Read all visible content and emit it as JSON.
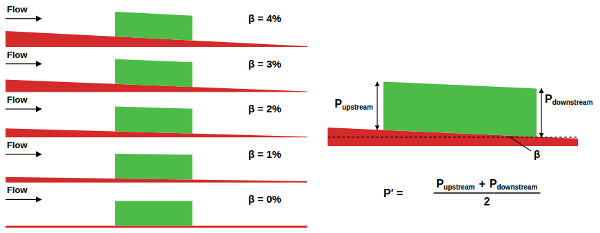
{
  "diagram": {
    "labels": [
      "Flow",
      "β = 4%",
      "Flow",
      "β = 3%",
      "Flow",
      "β = 2%",
      "Flow",
      "β = 1%",
      "Flow",
      "β = 0%",
      "P",
      "upstream",
      "P",
      "downstream",
      "β",
      "P′ =",
      "P",
      "upstream",
      "+",
      "P",
      "downstream",
      "2"
    ]
  }
}
